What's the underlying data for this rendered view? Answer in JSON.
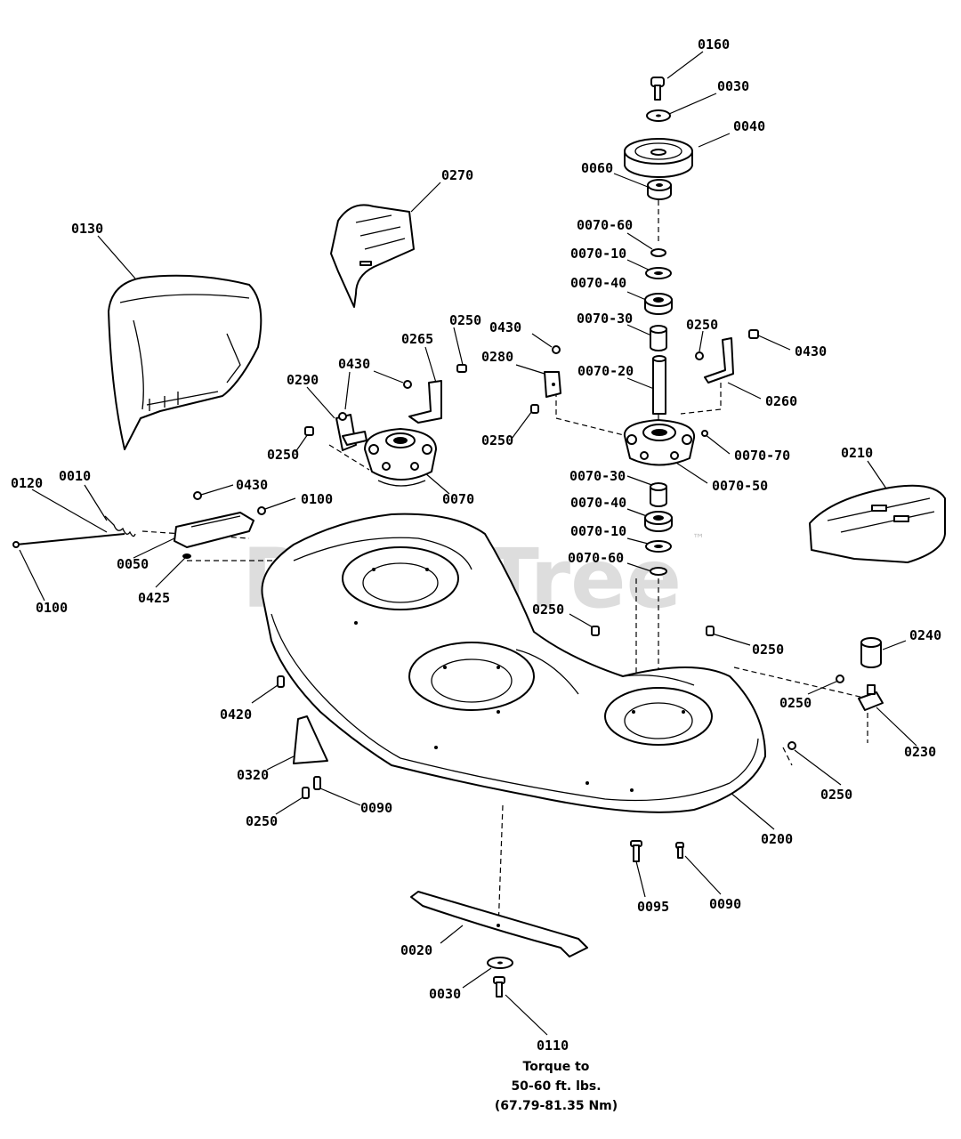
{
  "watermark": "PartsTree",
  "watermark_tm": "™",
  "callouts": [
    "0160",
    "0030",
    "0040",
    "0060",
    "0270",
    "0130",
    "0070-60",
    "0070-10",
    "0070-40",
    "0070-30",
    "0250",
    "0430",
    "0265",
    "0280",
    "0430",
    "0250",
    "0290",
    "0430",
    "0070-20",
    "0260",
    "0250",
    "0250",
    "0070-70",
    "0070",
    "0070-50",
    "0210",
    "0120",
    "0010",
    "0430",
    "0100",
    "0070-30",
    "0070-40",
    "0070-10",
    "0050",
    "0070-60",
    "0425",
    "0100",
    "0250",
    "0240",
    "0250",
    "0420",
    "0250",
    "0230",
    "0320",
    "0250",
    "0250",
    "0090",
    "0200",
    "0095",
    "0090",
    "0020",
    "0030",
    "0110"
  ],
  "torque_note": [
    "Torque to",
    "50-60 ft. lbs.",
    "(67.79-81.35 Nm)"
  ]
}
